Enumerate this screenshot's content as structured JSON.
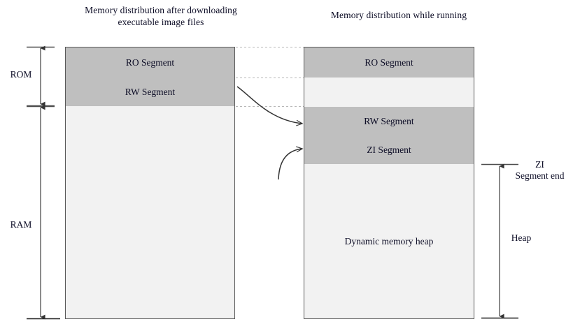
{
  "diagram": {
    "titles": {
      "left": "Memory distribution after downloading executable image files",
      "right": "Memory distribution while running"
    },
    "left_column": {
      "blocks": [
        {
          "label": "RO Segment",
          "fill": "#bfbfbf"
        },
        {
          "label": "RW Segment",
          "fill": "#bfbfbf"
        },
        {
          "label": "",
          "fill": "#f2f2f2"
        }
      ]
    },
    "right_column": {
      "blocks": [
        {
          "label": "RO Segment",
          "fill": "#bfbfbf"
        },
        {
          "label": "",
          "fill": "#f2f2f2"
        },
        {
          "label": "RW Segment",
          "fill": "#bfbfbf"
        },
        {
          "label": "ZI Segment",
          "fill": "#bfbfbf"
        },
        {
          "label": "Dynamic memory heap",
          "fill": "#f2f2f2"
        }
      ]
    },
    "measures": {
      "rom": "ROM",
      "ram": "RAM",
      "zi_segment_end_line1": "ZI",
      "zi_segment_end_line2": "Segment end",
      "heap": "Heap"
    },
    "colors": {
      "segment_fill": "#bfbfbf",
      "free_fill": "#f2f2f2",
      "border": "#595959",
      "text": "#0d0d26",
      "guide": "#b3b3b3",
      "arrow": "#404040"
    }
  }
}
